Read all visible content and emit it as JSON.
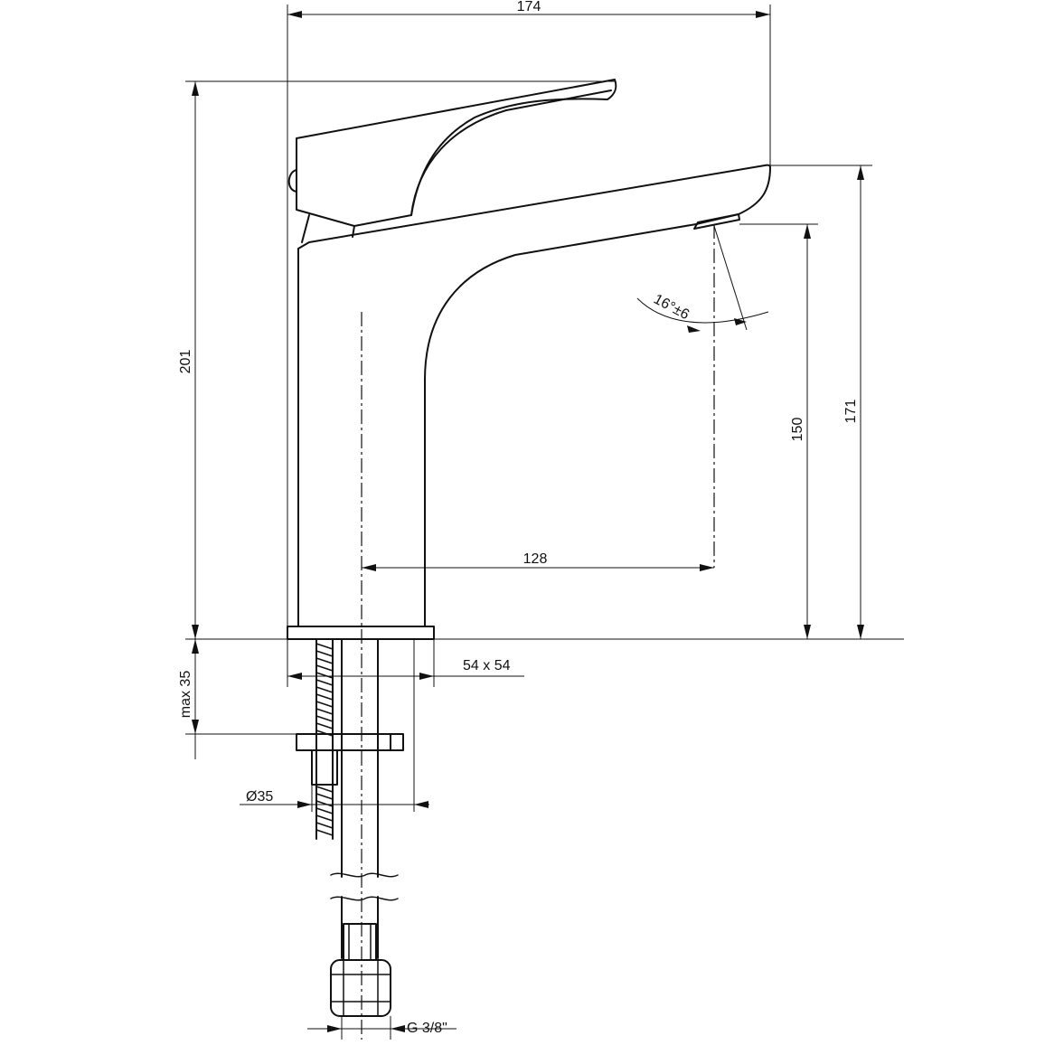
{
  "dimensions": {
    "total_width": "174",
    "total_height": "201",
    "spout_height": "171",
    "outlet_height": "150",
    "spout_reach": "128",
    "base_size": "54 x 54",
    "max_counter_thickness": "max 35",
    "hole_diameter": "Ø35",
    "connection_thread": "G 3/8\"",
    "spray_angle": "16°±6"
  },
  "colors": {
    "line": "#111111",
    "background": "#ffffff"
  }
}
